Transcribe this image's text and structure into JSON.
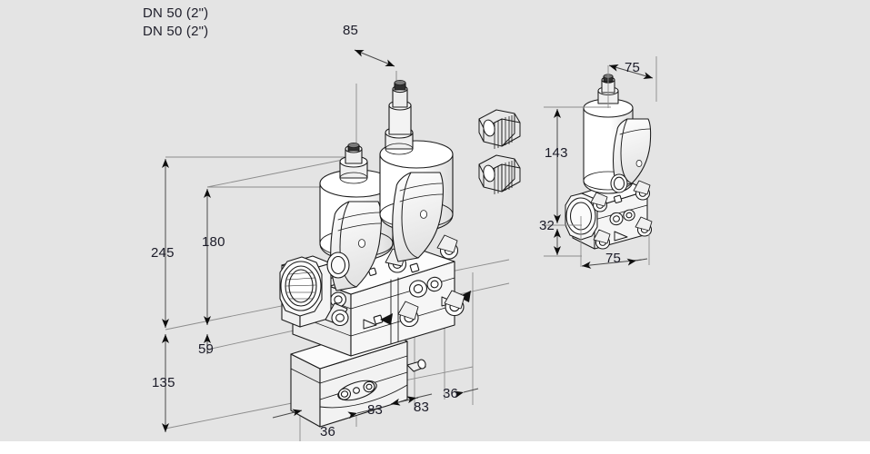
{
  "drawing": {
    "title": "Gas valve assembly dimensional drawing",
    "background_color": "#e4e4e4",
    "line_color": "#1a1a1a",
    "dim_line_color": "#4a4a4a",
    "label_color": "#1b1b28",
    "part_fill": "#ffffff",
    "part_shade": "#d9d9d9"
  },
  "specs": {
    "port_top": "DN 50 (2\")",
    "port_bottom": "DN 50 (2\")"
  },
  "dimensions": {
    "top_width": "85",
    "height_overall": "245",
    "height_solenoid": "180",
    "height_body": "59",
    "height_lower": "135",
    "base_left": "36",
    "base_mid_1": "83",
    "base_mid_2": "83",
    "base_right": "36",
    "side_top_width": "75",
    "side_height": "143",
    "side_body_height": "32",
    "side_base_width": "75"
  },
  "parts": {
    "main_assembly": "double-solenoid-gas-valve",
    "side_assembly": "single-solenoid-gas-valve",
    "accessories": [
      "cable-gland-connector-1",
      "cable-gland-connector-2"
    ]
  }
}
